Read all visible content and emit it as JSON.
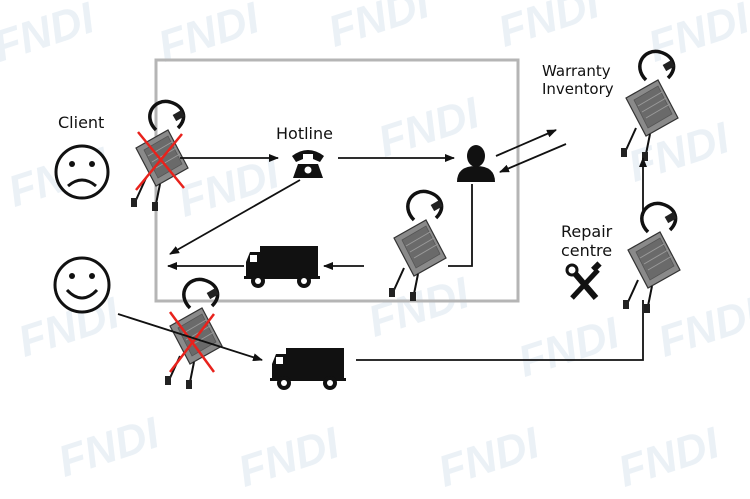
{
  "labels": {
    "client": "Client",
    "hotline": "Hotline",
    "warranty_line1": "Warranty",
    "warranty_line2": "Inventory",
    "repair_line1": "Repair",
    "repair_line2": "centre"
  },
  "watermark": {
    "text": "FNDI"
  },
  "colors": {
    "line": "#111111",
    "box_border": "#b5b5b5",
    "cross": "#e8221c",
    "device_body": "#7a7a7a"
  }
}
